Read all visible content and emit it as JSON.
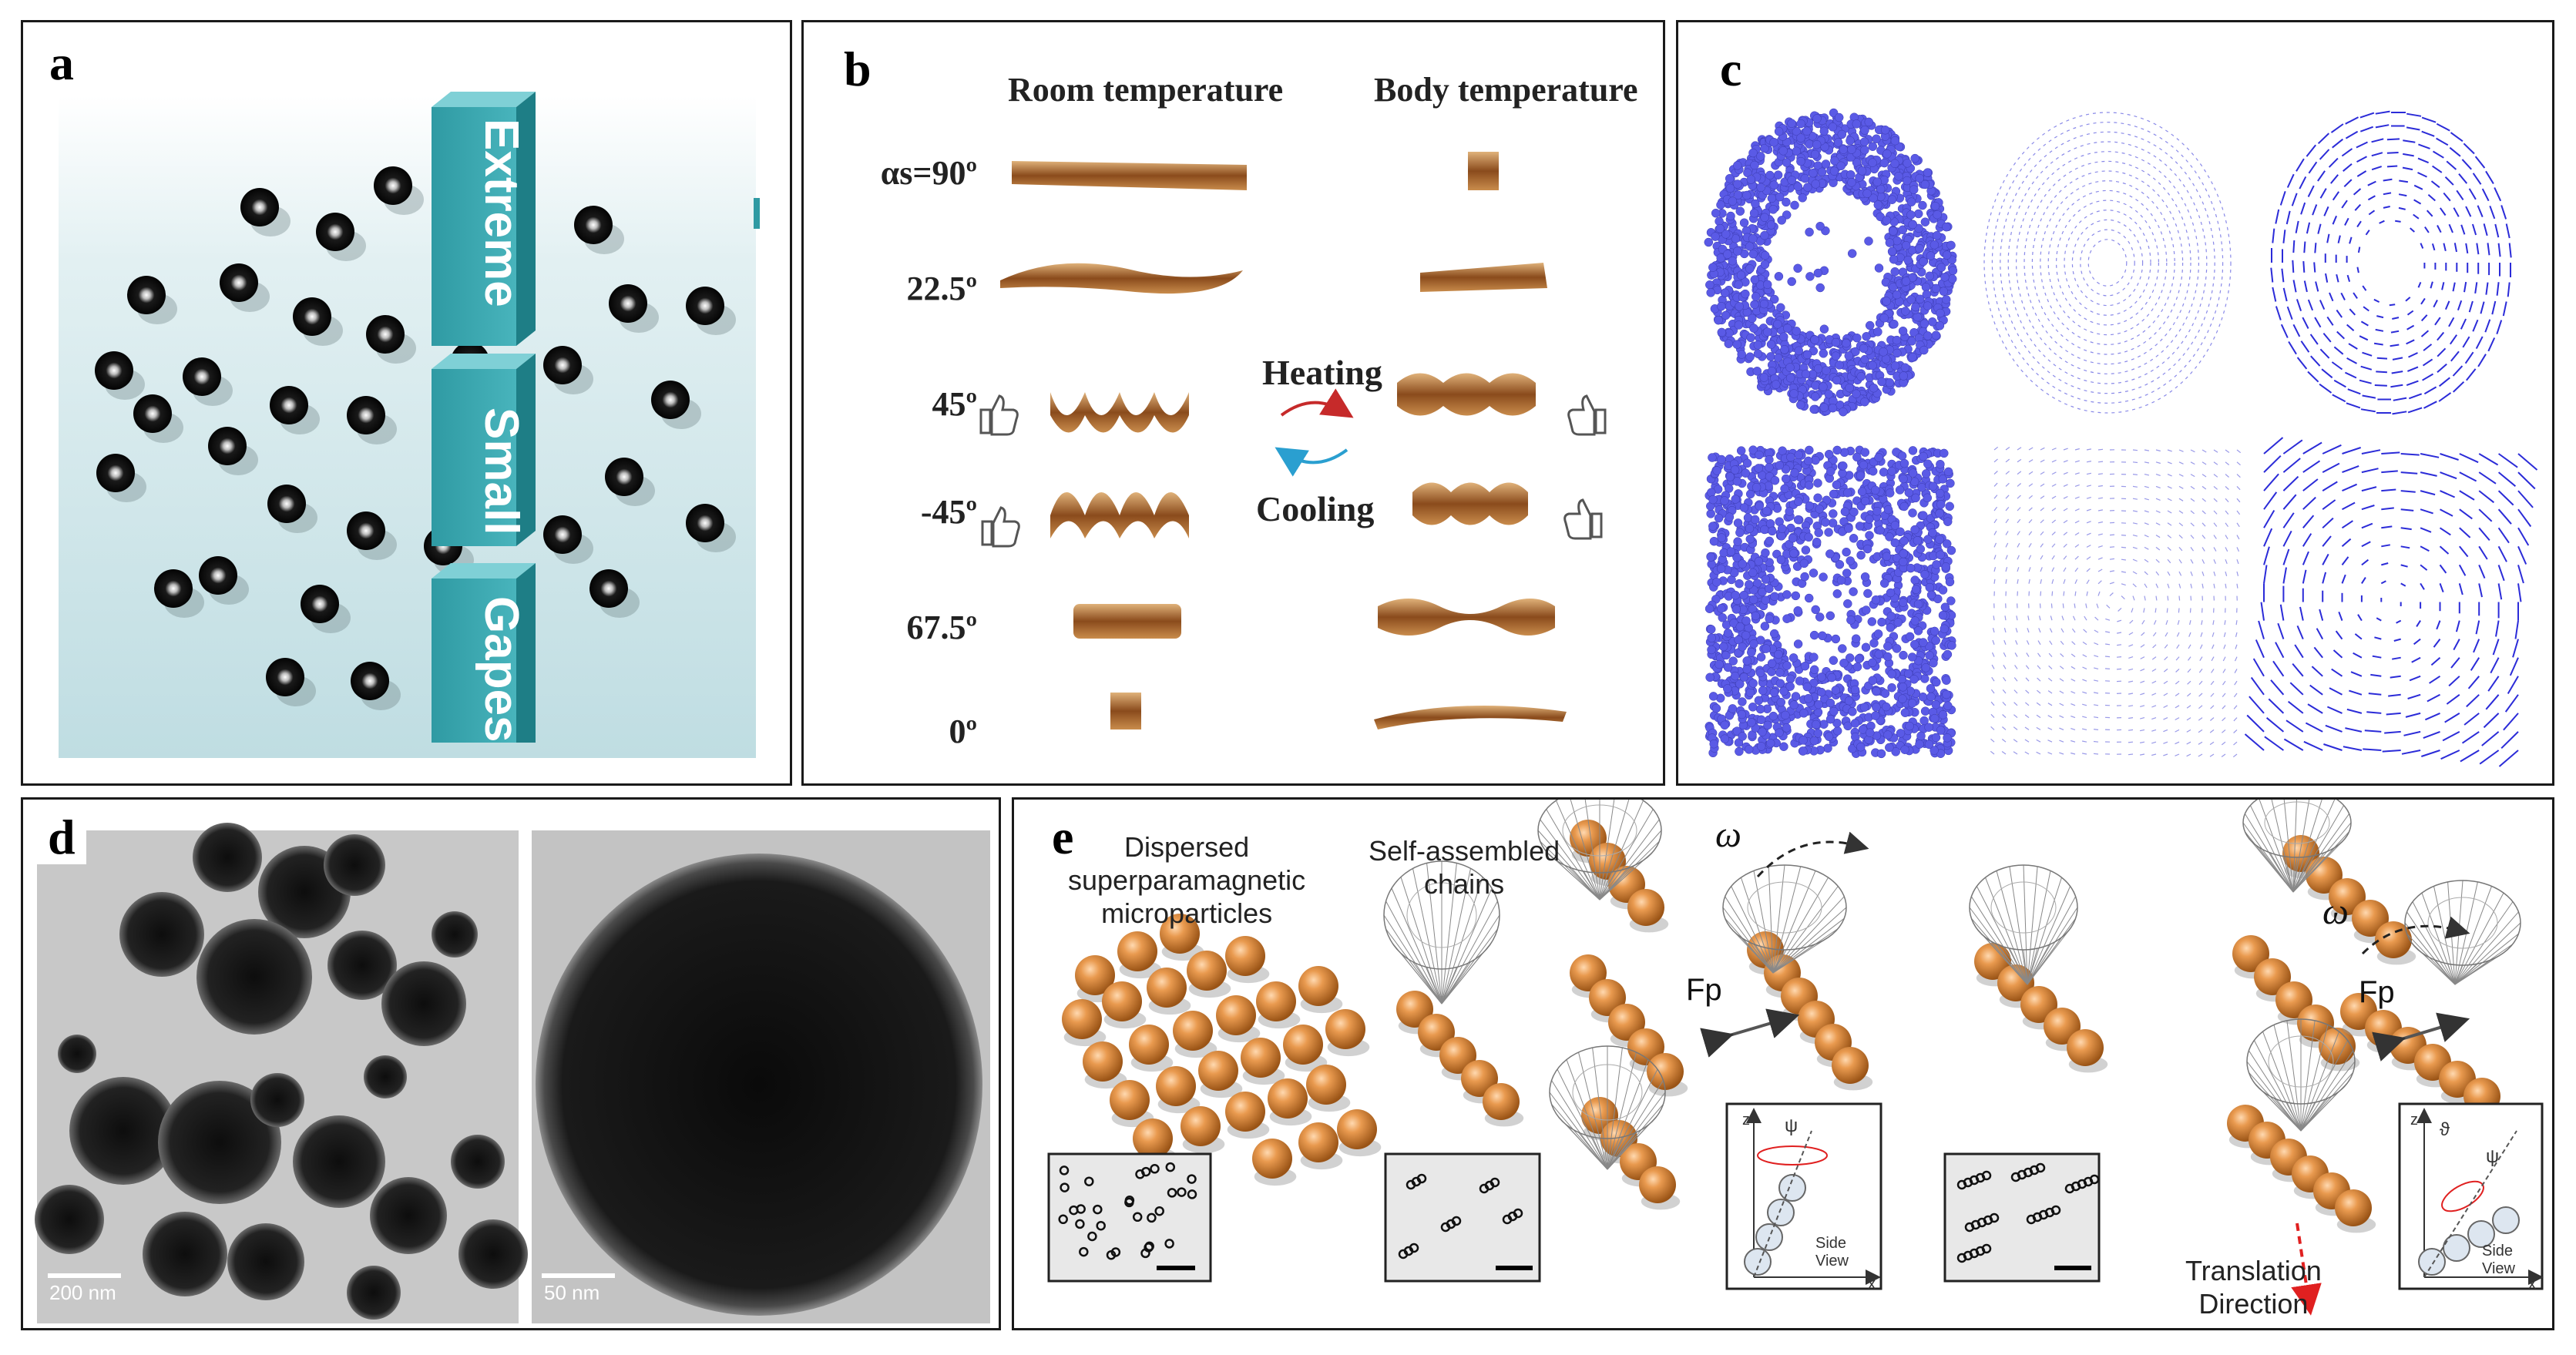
{
  "panels": {
    "a": {
      "label": "a",
      "words": [
        "Extreme",
        "Small",
        "Gapes"
      ]
    },
    "b": {
      "label": "b",
      "col_left": "Room temperature",
      "col_right": "Body temperature",
      "angles": [
        "αs=90º",
        "22.5º",
        "45º",
        "-45º",
        "67.5º",
        "0º"
      ],
      "heating": "Heating",
      "cooling": "Cooling"
    },
    "c": {
      "label": "c"
    },
    "d": {
      "label": "d",
      "scale_left": "200 nm",
      "scale_right": "50 nm"
    },
    "e": {
      "label": "e",
      "caption1": "Dispersed\nsuperparamagnetic\nmicroparticles",
      "caption2": "Self-assembled\nchains",
      "omega": "ω",
      "fp": "Fp",
      "translation": "Translation\nDirection",
      "side_view": "Side\nView",
      "axis_z": "z",
      "axis_x": "x",
      "psi": "ψ",
      "theta": "ϑ"
    }
  },
  "colors": {
    "panel_a_bg": "#cfe6ea",
    "panel_a_prism": "#3aa8b0",
    "panel_c_dots": "#5a5ae6",
    "panel_e_particle": "#d9823a",
    "tem_bg": "#c9c9c9"
  }
}
